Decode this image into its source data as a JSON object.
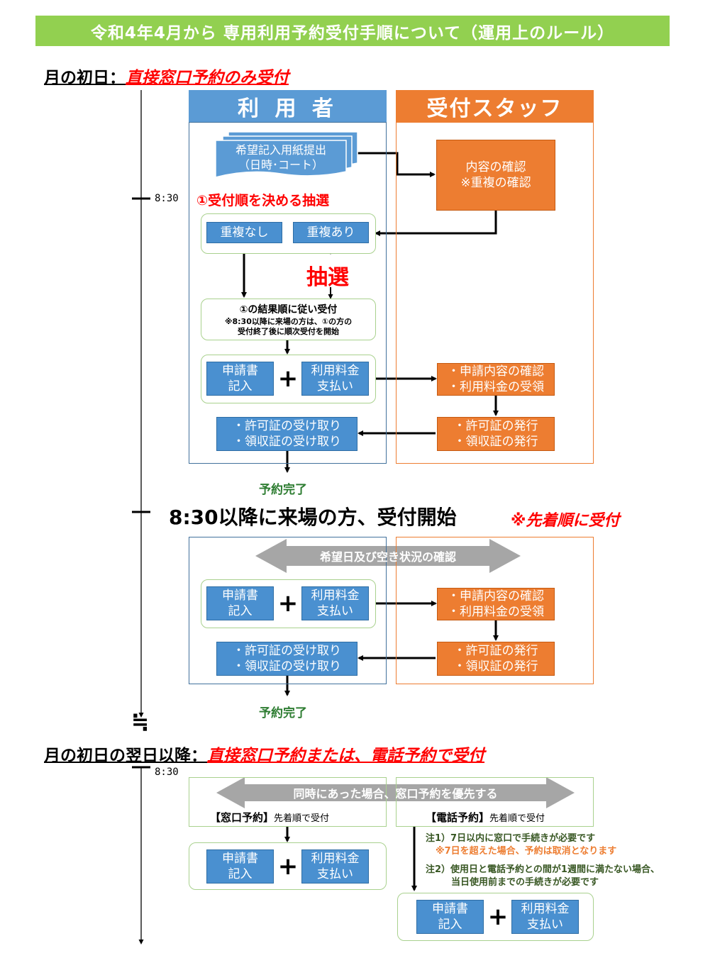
{
  "title": "令和4年4月から 専用利用予約受付手順について（運用上のルール）",
  "section1": {
    "label": "月の初日：",
    "value": "直接窓口予約のみ受付"
  },
  "section2": {
    "label": "月の初日の翌日以降：",
    "value": "直接窓口予約または、電話予約で受付"
  },
  "columns": {
    "user": "利 用 者",
    "staff": "受付スタッフ"
  },
  "timeline": {
    "t1": "8:30",
    "t2": "8:30",
    "approx": "≒"
  },
  "flow1": {
    "submit": "希望記入用紙提出\n（日時･コート）",
    "confirm": "内容の確認\n※重複の確認",
    "lottery_heading": "①受付順を決める抽選",
    "no_dup": "重複なし",
    "dup": "重複あり",
    "lottery": "抽選",
    "result_main": "①の結果順に従い受付",
    "result_note": "※8:30以降に来場の方は、①の方の\n受付終了後に順次受付を開始",
    "apply": "申請書\n記入",
    "pay": "利用料金\n支払い",
    "plus": "+",
    "check_receive": "・申請内容の確認\n・利用料金の受領",
    "issue": "・許可証の発行\n・領収証の発行",
    "receive": "・許可証の受け取り\n・領収証の受け取り",
    "done": "予約完了"
  },
  "walkin": {
    "heading": "8:30以降に来場の方、受付開始",
    "note": "※先着順に受付",
    "availability": "希望日及び空き状況の確認",
    "apply": "申請書\n記入",
    "pay": "利用料金\n支払い",
    "plus": "+",
    "check_receive": "・申請内容の確認\n・利用料金の受領",
    "issue": "・許可証の発行\n・領収証の発行",
    "receive": "・許可証の受け取り\n・領収証の受け取り",
    "done": "予約完了"
  },
  "flow2": {
    "priority": "同時にあった場合、窓口予約を優先する",
    "window_label": "【窓口予約】",
    "window_rule": "先着順で受付",
    "phone_label": "【電話予約】",
    "phone_rule": "先着順で受付",
    "note1": "注1）7日以内に窓口で手続きが必要です",
    "note1_sub": "※7日を超えた場合、予約は取消となります",
    "note2": "注2）使用日と電話予約との間が1週間に満たない場合、",
    "note2_sub": "当日使用前までの手続きが必要です",
    "apply": "申請書\n記入",
    "pay": "利用料金\n支払い",
    "plus": "+",
    "apply_phone": "申請書\n記入",
    "pay_phone": "利用料金\n支払い",
    "plus_phone": "+"
  }
}
